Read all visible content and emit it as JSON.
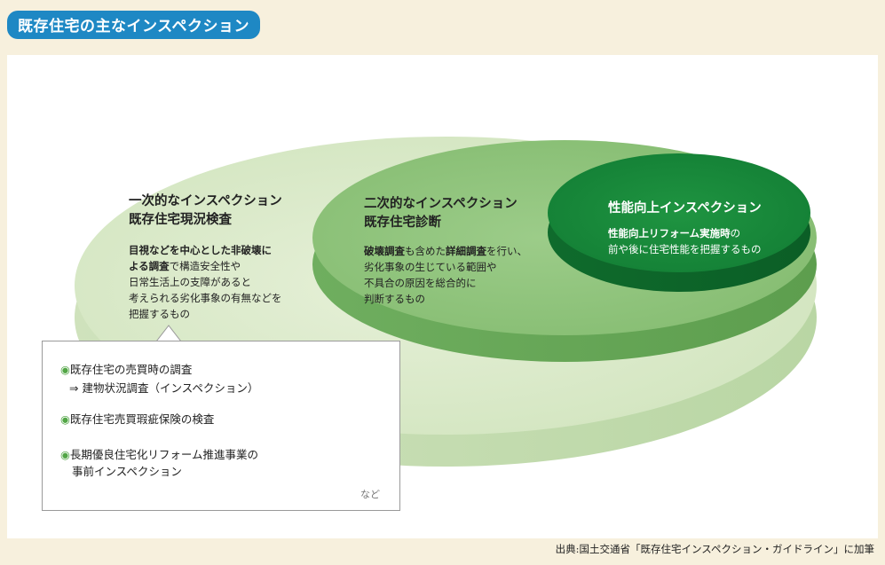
{
  "title": "既存住宅の主なインスペクション",
  "outer": {
    "heading1": "一次的なインスペクション",
    "heading2": "既存住宅現況検査",
    "line1_bold": "目視などを中心とした非破壊に",
    "line2_bold": "よる調査",
    "line2_rest": "で構造安全性や",
    "line3": "日常生活上の支障があると",
    "line4": "考えられる劣化事象の有無などを",
    "line5": "把握するもの"
  },
  "middle": {
    "heading1": "二次的なインスペクション",
    "heading2": "既存住宅診断",
    "line1_bold1": "破壊調査",
    "line1_mid": "も含めた",
    "line1_bold2": "詳細調査",
    "line1_rest": "を行い、",
    "line2": "劣化事象の生じている範囲や",
    "line3": "不具合の原因を総合的に",
    "line4": "判断するもの"
  },
  "inner": {
    "heading": "性能向上インスペクション",
    "line1_bold": "性能向上リフォーム実施時",
    "line1_rest": "の",
    "line2": "前や後に住宅性能を把握するもの"
  },
  "callout": {
    "bullet": "◉",
    "item1": "既存住宅の売買時の調査",
    "item1_sub": "⇒ 建物状況調査（インスペクション）",
    "item2": "既存住宅売買瑕疵保険の検査",
    "item3_line1": "長期優良住宅化リフォーム推進事業の",
    "item3_line2": "事前インスペクション",
    "etc": "など"
  },
  "source": "出典:国土交通省「既存住宅インスペクション・ガイドライン」に加筆",
  "colors": {
    "title_bg": "#1e88c4",
    "outer": "#dcebc9",
    "middle": "#8fc47d",
    "inner": "#178a3a",
    "background": "#f7f0dd"
  }
}
